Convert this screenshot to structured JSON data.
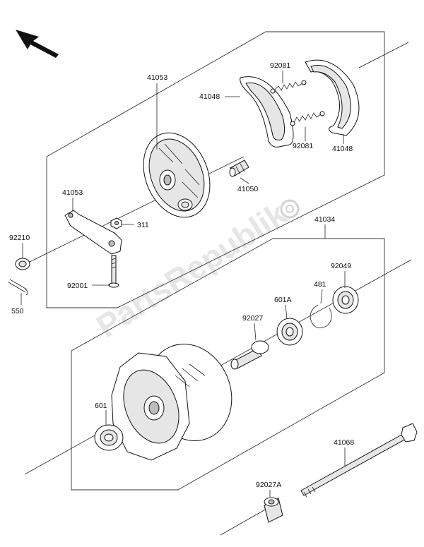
{
  "diagram": {
    "watermark": "PartsRepublik",
    "labels": {
      "p41053_top": "41053",
      "p41048_left": "41048",
      "p92081_top": "92081",
      "p92081_bottom": "92081",
      "p41048_right": "41048",
      "p41050": "41050",
      "p41053_lever": "41053",
      "p311": "311",
      "p92210": "92210",
      "p92001": "92001",
      "p550": "550",
      "p41034": "41034",
      "p92049": "92049",
      "p481": "481",
      "p601A": "601A",
      "p92027": "92027",
      "p601": "601",
      "p41068": "41068",
      "p92027A": "92027A"
    }
  }
}
